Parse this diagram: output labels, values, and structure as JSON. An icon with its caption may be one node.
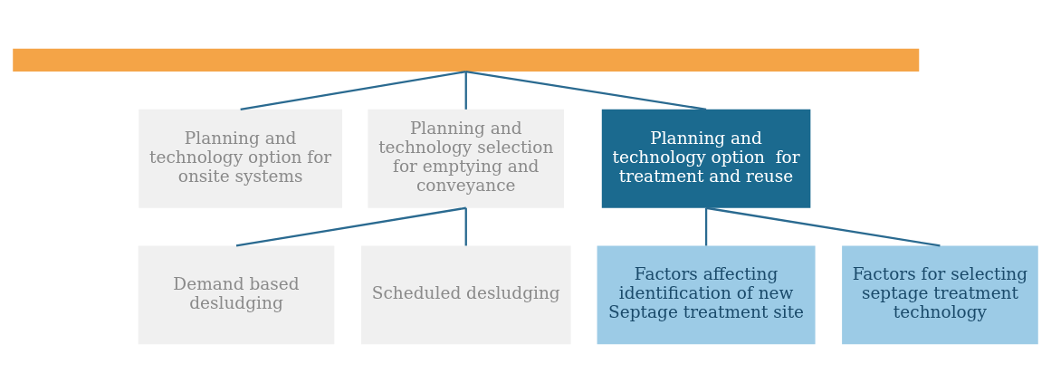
{
  "diagram": {
    "nodes": [
      {
        "text": [],
        "shape": "bar"
      },
      {
        "text": [
          "Planning and technology option for onsite systems"
        ]
      },
      {
        "text": [
          "Planning and technology selection for emptying and conveyance"
        ]
      },
      {
        "text": [
          "Planning and technology option  for treatment and reuse"
        ]
      },
      {
        "text": [
          "Demand based desludging"
        ]
      },
      {
        "text": [
          "Scheduled desludging"
        ]
      },
      {
        "text": [
          "Factors affecting identification of new Septage treatment site"
        ]
      },
      {
        "text": [
          "Factors for selecting septage treatment technology"
        ]
      }
    ],
    "edges": [
      {
        "from": 0,
        "to": 1,
        "arrow": "none"
      },
      {
        "from": 0,
        "to": 2,
        "arrow": "none"
      },
      {
        "from": 0,
        "to": 3,
        "arrow": "none"
      },
      {
        "from": 2,
        "to": 4,
        "arrow": "none"
      },
      {
        "from": 2,
        "to": 5,
        "arrow": "none"
      },
      {
        "from": 3,
        "to": 6,
        "arrow": "none"
      },
      {
        "from": 3,
        "to": 7,
        "arrow": "none"
      }
    ]
  }
}
